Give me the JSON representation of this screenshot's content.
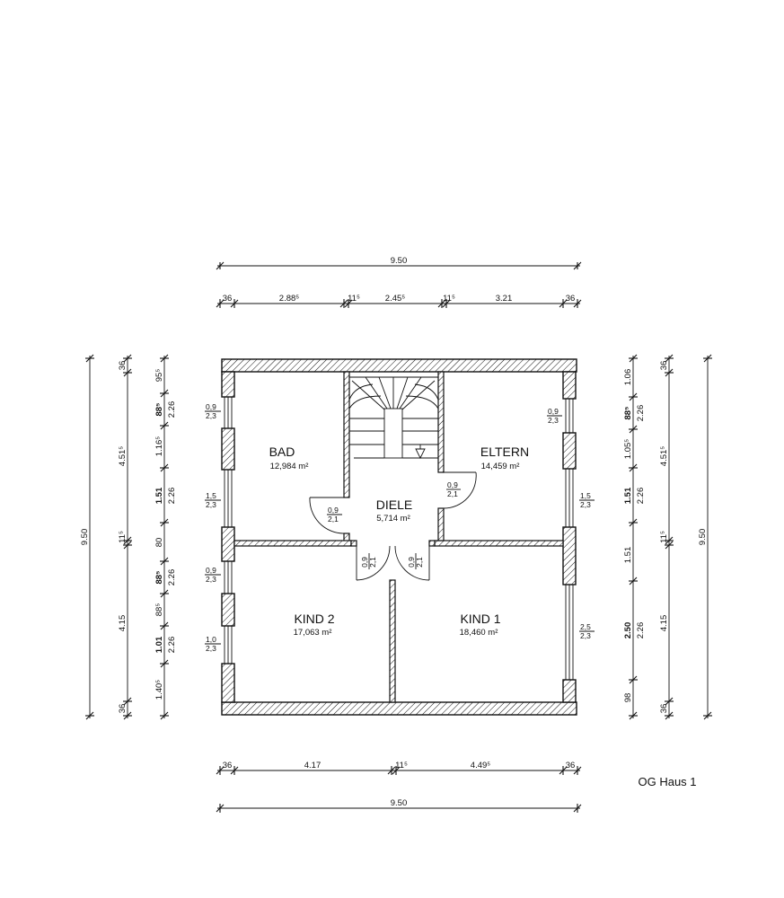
{
  "caption": "OG Haus 1",
  "rooms": [
    {
      "name": "BAD",
      "area": "12,984 m²"
    },
    {
      "name": "ELTERN",
      "area": "14,459 m²"
    },
    {
      "name": "DIELE",
      "area": "5,714 m²"
    },
    {
      "name": "KIND 2",
      "area": "17,063 m²"
    },
    {
      "name": "KIND 1",
      "area": "18,460 m²"
    }
  ],
  "dims": {
    "top_total": "9.50",
    "top_segments": [
      "36",
      "2.88⁵",
      "11⁵",
      "2.45⁵",
      "11⁵",
      "3.21",
      "36"
    ],
    "bottom_segments": [
      "36",
      "4.17",
      "11⁵",
      "4.49⁵",
      "36"
    ],
    "bottom_total": "9.50",
    "left_total": "9.50",
    "left_mid": [
      "36",
      "4.51⁵",
      "11⁵",
      "4.15",
      "36"
    ],
    "left_inner": [
      "95⁵",
      "88⁵",
      "1.16⁵",
      "1.51",
      "80",
      "88⁵",
      "88⁵",
      "1.01",
      "1.40⁵"
    ],
    "left_heights": [
      "2.26",
      "2.26",
      "2.26",
      "2.26"
    ],
    "right_total": "9.50",
    "right_mid": [
      "36",
      "4.51⁵",
      "11⁵",
      "4.15",
      "36"
    ],
    "right_inner": [
      "1.06",
      "88⁵",
      "1.05⁵",
      "1.51",
      "1.51",
      "2.50",
      "98"
    ],
    "right_heights": [
      "2.26",
      "2.26",
      "2.26"
    ]
  },
  "openings": {
    "bad_w1": {
      "top": "0,9",
      "bottom": "2,3"
    },
    "bad_w2": {
      "top": "1,5",
      "bottom": "2,3"
    },
    "kind2_w1": {
      "top": "0,9",
      "bottom": "2,3"
    },
    "kind2_w2": {
      "top": "1,0",
      "bottom": "2,3"
    },
    "eltern_w1": {
      "top": "0,9",
      "bottom": "2,3"
    },
    "eltern_w2": {
      "top": "1,5",
      "bottom": "2,3"
    },
    "kind1_w1": {
      "top": "2,5",
      "bottom": "2,3"
    },
    "door_bad": {
      "top": "0,9",
      "bottom": "2,1"
    },
    "door_eltern": {
      "top": "0,9",
      "bottom": "2,1"
    },
    "door_kind2": {
      "top": "0,9",
      "bottom": "2,1"
    },
    "door_kind1": {
      "top": "0,9",
      "bottom": "2,1"
    }
  }
}
